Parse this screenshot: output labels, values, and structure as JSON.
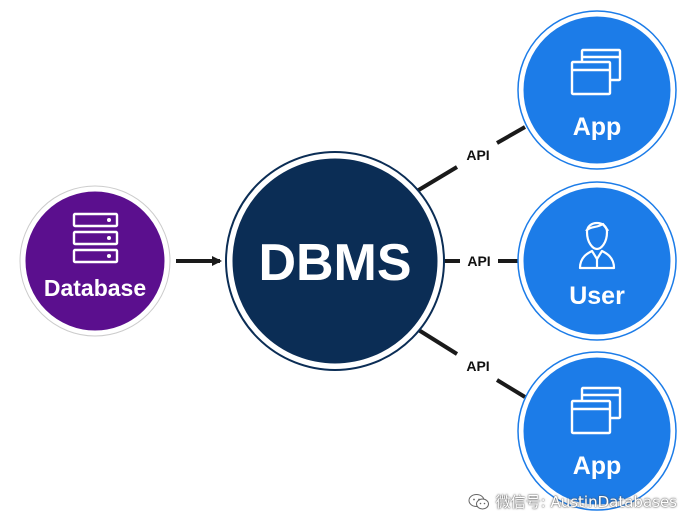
{
  "nodes": {
    "database": {
      "label": "Database",
      "color": "#5b0f8e"
    },
    "dbms": {
      "label": "DBMS",
      "color": "#0b2d55"
    },
    "app_top": {
      "label": "App",
      "color": "#1c7ce8"
    },
    "user": {
      "label": "User",
      "color": "#1c7ce8"
    },
    "app_bottom": {
      "label": "App",
      "color": "#1c7ce8"
    }
  },
  "connections": {
    "api_top": "API",
    "api_middle": "API",
    "api_bottom": "API"
  },
  "watermark": {
    "text": "微信号: AustinDatabases",
    "icon": "wechat-icon"
  }
}
